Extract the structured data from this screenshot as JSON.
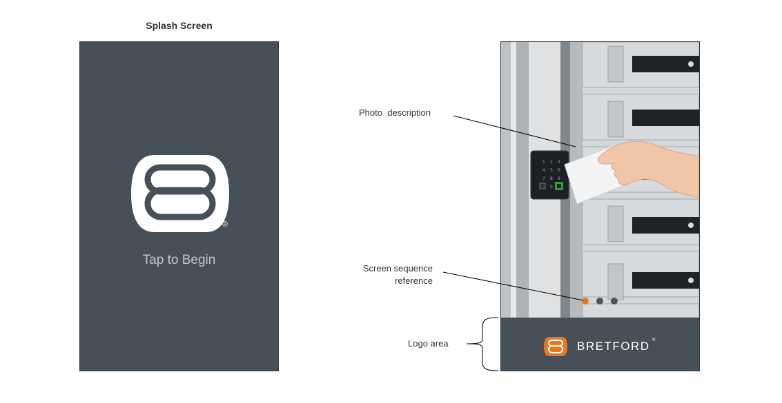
{
  "splash": {
    "title": "Splash Screen",
    "registered_mark": "®",
    "tap_label": "Tap to Begin"
  },
  "photo_screen": {
    "brand_name": "BRETFORD",
    "registered_mark": "®",
    "sequence_total": 3,
    "sequence_active": 1,
    "keypad_keys": [
      "1",
      "2",
      "3",
      "4",
      "5",
      "6",
      "7",
      "8",
      "9",
      "0"
    ]
  },
  "annotations": {
    "photo_description": "Photo  description",
    "screen_sequence_line1": "Screen sequence",
    "screen_sequence_line2": "reference",
    "logo_area": "Logo area"
  },
  "colors": {
    "screen_bg": "#475059",
    "accent_orange": "#e87722",
    "tap_text": "#c3c8cd"
  }
}
